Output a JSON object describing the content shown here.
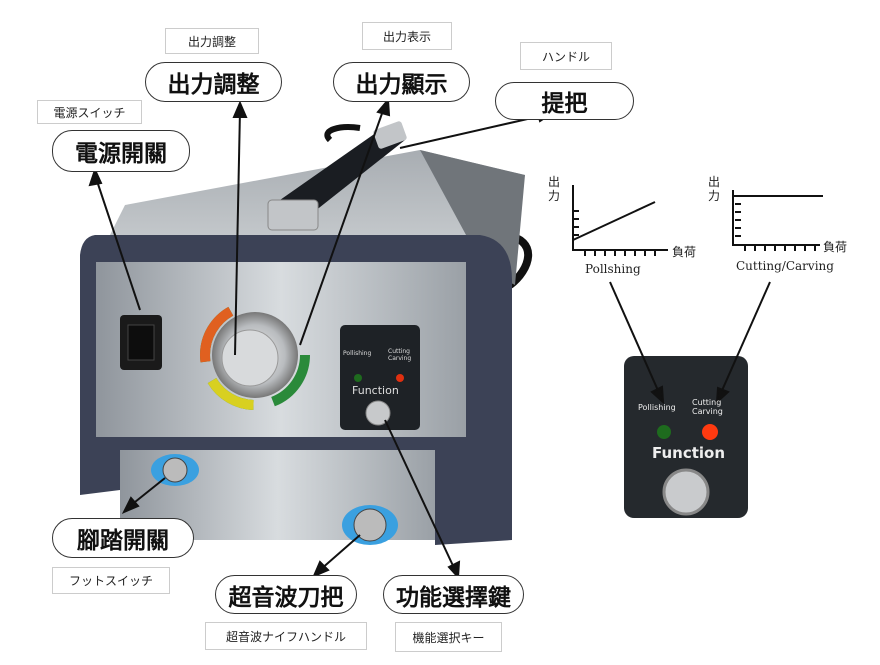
{
  "labels": {
    "power_adjust": {
      "jp": "出力調整",
      "zh": "出力調整"
    },
    "power_display": {
      "jp": "出力表示",
      "zh": "出力顯示"
    },
    "handle": {
      "jp": "ハンドル",
      "zh": "提把"
    },
    "power_switch": {
      "jp": "電源スイッチ",
      "zh": "電源開關"
    },
    "foot_switch": {
      "zh": "腳踏開關",
      "jp": "フットスイッチ"
    },
    "ultrasonic_handle": {
      "zh": "超音波刀把",
      "jp": "超音波ナイフハンドル"
    },
    "function_key": {
      "zh": "功能選擇鍵",
      "jp": "機能選択キー"
    }
  },
  "graphs": [
    {
      "y_label": "出力",
      "x_label": "負荷",
      "caption": "Pollshing"
    },
    {
      "y_label": "出力",
      "x_label": "負荷",
      "caption": "Cutting/Carving"
    }
  ],
  "panel": {
    "left_led": "Pollishing",
    "right_led": "Cutting Carving",
    "title": "Function",
    "left_led_color": "#1e6b1e",
    "right_led_color": "#ff3a10"
  }
}
